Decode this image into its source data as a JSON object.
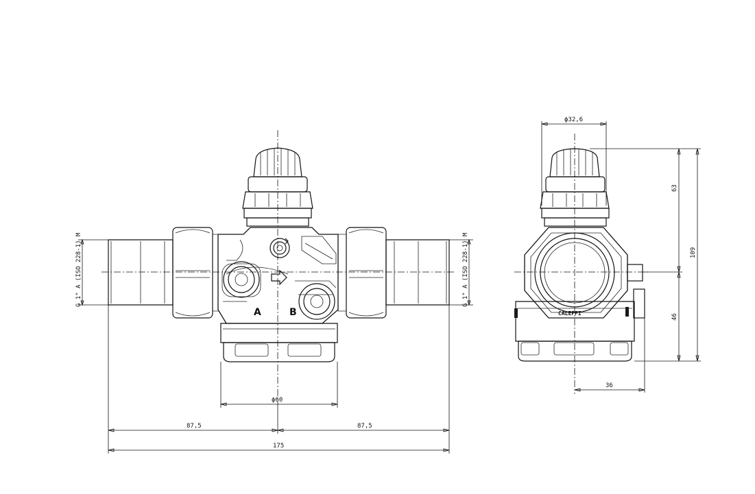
{
  "drawing": {
    "front_view": {
      "thread_left": "G 1\" A (ISO 228-1) M",
      "thread_right": "G 1\" A (ISO 228-1) M",
      "dim_body_diameter": "ϕ60",
      "dim_half_left": "87,5",
      "dim_half_right": "87,5",
      "dim_total_length": "175",
      "port_a": "A",
      "port_b": "B"
    },
    "side_view": {
      "dim_knob_diameter": "ϕ32,6",
      "dim_upper_height": "63",
      "dim_total_height": "109",
      "dim_lower_height": "46",
      "dim_depth": "36",
      "brand": "CALEFFI"
    }
  }
}
